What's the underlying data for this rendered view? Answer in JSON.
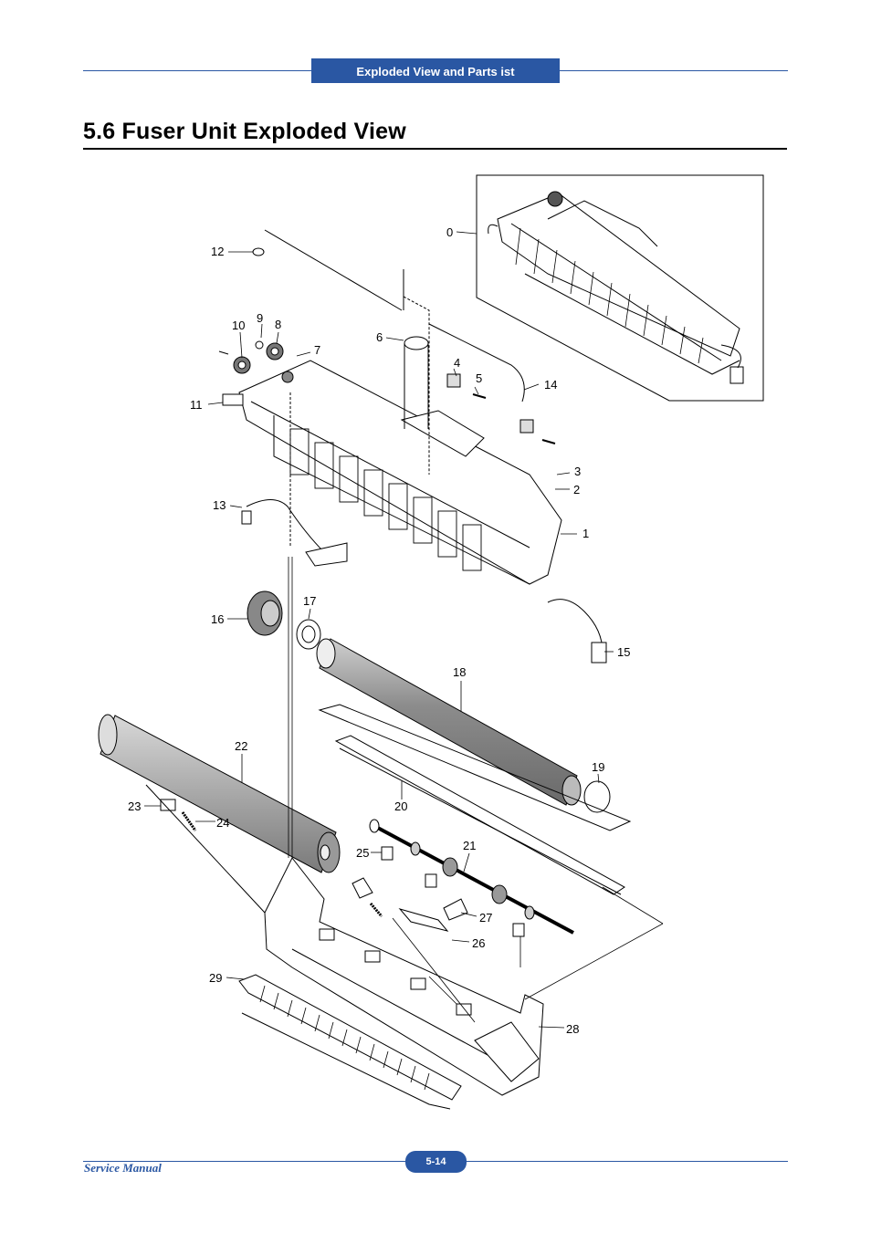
{
  "header": {
    "section_tab": "Exploded View and Parts   ist"
  },
  "page": {
    "title": "5.6  Fuser Unit Exploded View"
  },
  "diagram": {
    "callouts": [
      "0",
      "1",
      "2",
      "3",
      "4",
      "5",
      "6",
      "7",
      "8",
      "9",
      "10",
      "11",
      "12",
      "13",
      "14",
      "15",
      "16",
      "17",
      "18",
      "19",
      "20",
      "21",
      "22",
      "23",
      "24",
      "25",
      "26",
      "27",
      "28",
      "29"
    ]
  },
  "footer": {
    "manual_label": "Service Manual",
    "page_number": "5-14"
  },
  "colors": {
    "accent_blue": "#2a57a3"
  }
}
